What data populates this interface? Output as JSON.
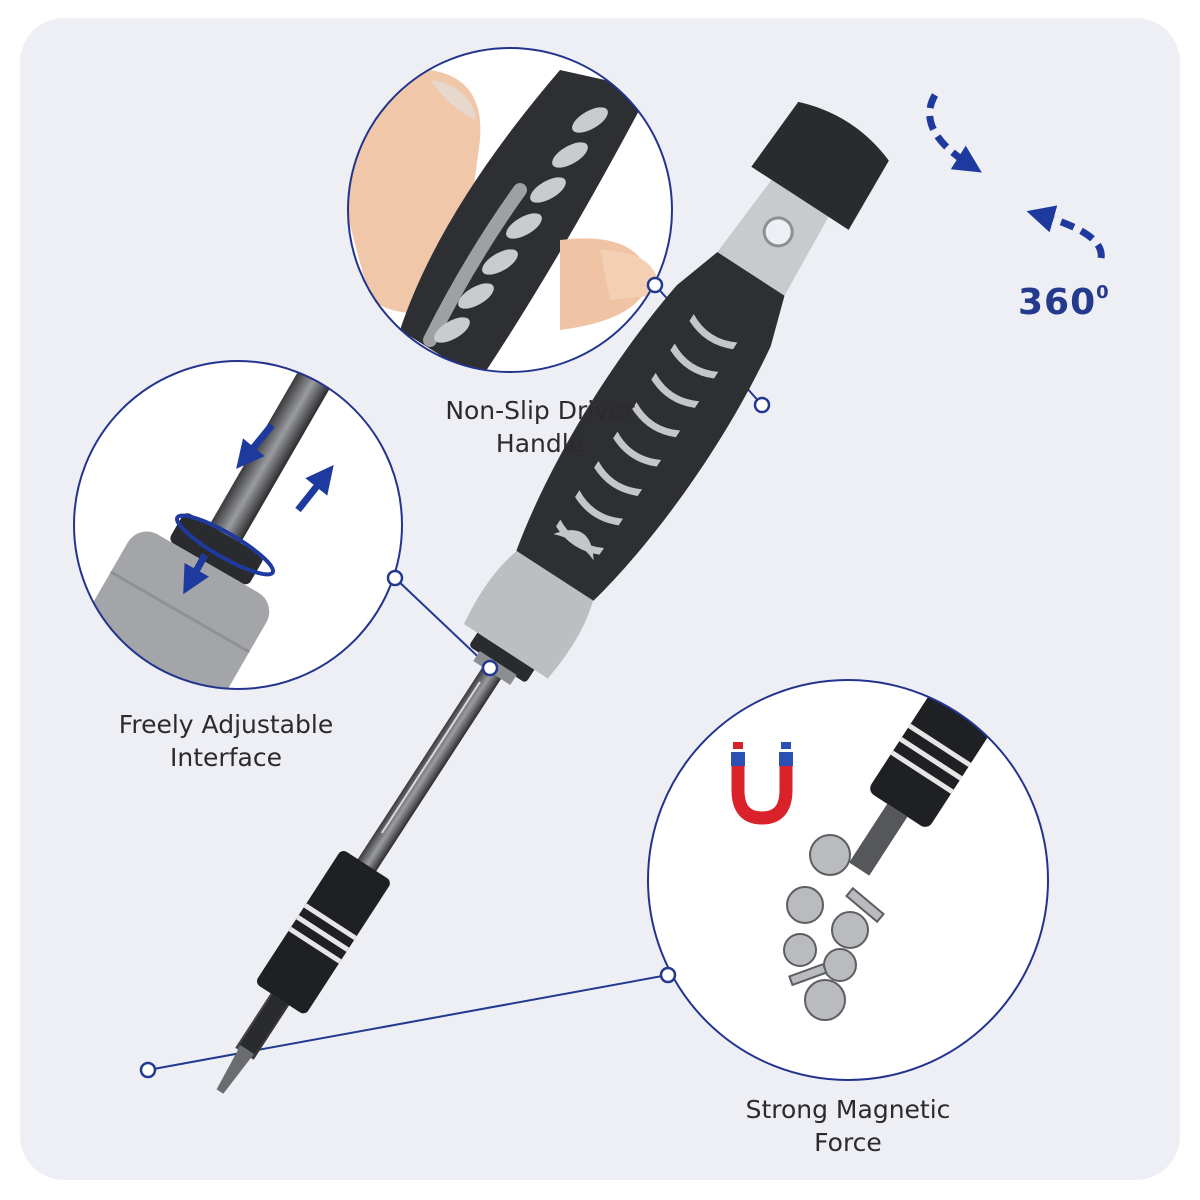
{
  "callouts": {
    "handle": {
      "line1": "Non-Slip Driver",
      "line2": "Handle"
    },
    "interface": {
      "line1": "Freely Adjustable",
      "line2": "Interface"
    },
    "magnetic": {
      "line1": "Strong Magnetic",
      "line2": "Force"
    }
  },
  "rotation": {
    "value": "360",
    "unit": "0"
  },
  "colors": {
    "accent": "#1f3a9e",
    "handle_black": "#2e2f33",
    "handle_gray": "#bcbec2",
    "background": "#eeeef5",
    "magnet_red": "#d9222a"
  },
  "icons": [
    "rotation-arrows-icon",
    "adjust-arrows-icon",
    "magnet-icon"
  ]
}
